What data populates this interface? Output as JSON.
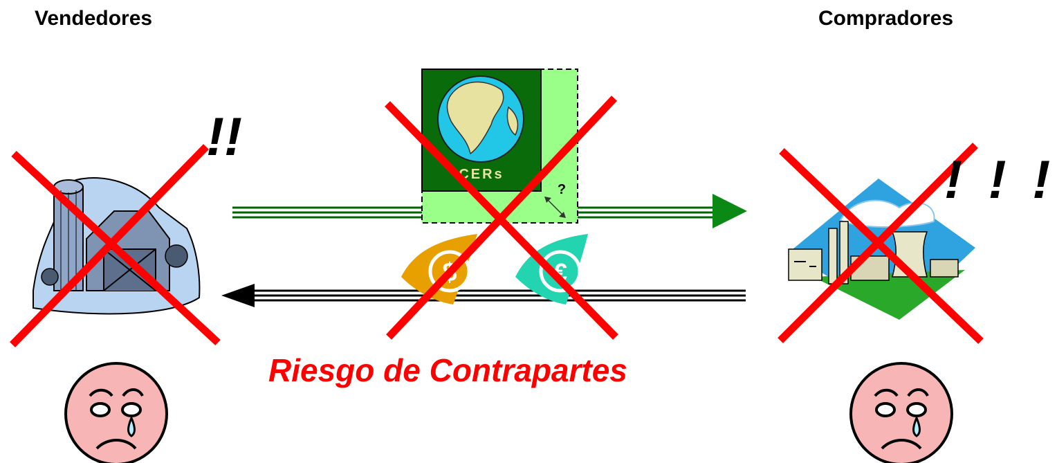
{
  "sellers": {
    "title": "Vendedores",
    "exclaim": "!!"
  },
  "buyers": {
    "title": "Compradores",
    "exclaim": "! ! !"
  },
  "certificate": {
    "label": "CERs",
    "help_mark": "?"
  },
  "currency": {
    "dollar": "$",
    "euro": "€"
  },
  "risk_caption": "Riesgo de Contrapartes",
  "colors": {
    "cross": "#ff0000",
    "caption": "#ff0000",
    "arrow_green": "#006400",
    "arrow_black": "#000000",
    "certificate_dark": "#0a6b0a",
    "certificate_light": "#99ff88",
    "face": "#f7b5b5"
  }
}
